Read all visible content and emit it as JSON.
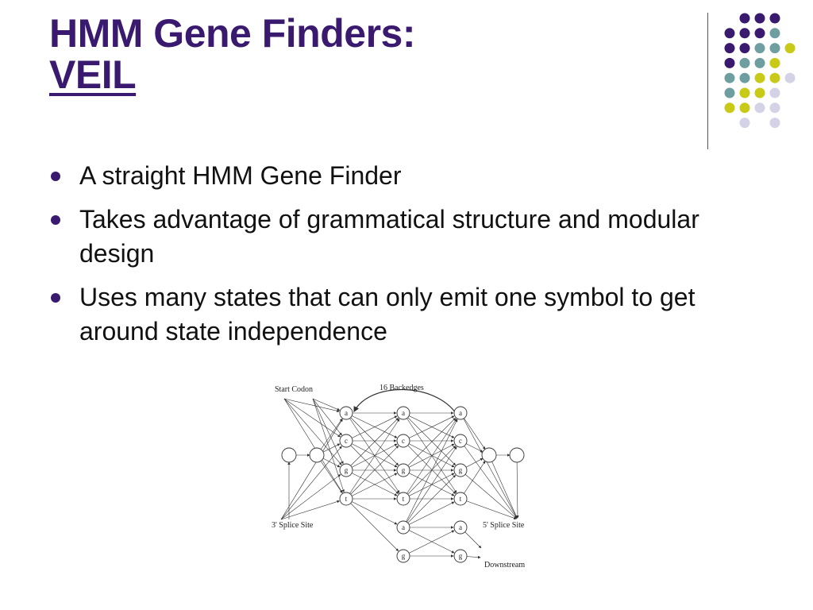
{
  "slide": {
    "title_line1": "HMM Gene Finders:",
    "title_line2": "VEIL",
    "bullets": [
      "A straight HMM Gene Finder",
      "Takes advantage of grammatical structure and modular design",
      "Uses many states that can only emit one symbol to get around state independence"
    ]
  },
  "theme": {
    "purple": "#3a1a6e",
    "teal": "#6f9ea0",
    "yellow": "#c9c918",
    "lavender": "#d4d2e6"
  },
  "diagram": {
    "labels": {
      "start_codon": "Start Codon",
      "backedges": "16 Backedges",
      "splice3": "3' Splice Site",
      "splice5": "5' Splice Site",
      "downstream": "Downstream"
    },
    "node_letters": [
      "a",
      "c",
      "g",
      "t",
      "a",
      "c",
      "g",
      "t",
      "a",
      "c",
      "g",
      "t",
      "a",
      "g",
      "a",
      "g"
    ]
  }
}
